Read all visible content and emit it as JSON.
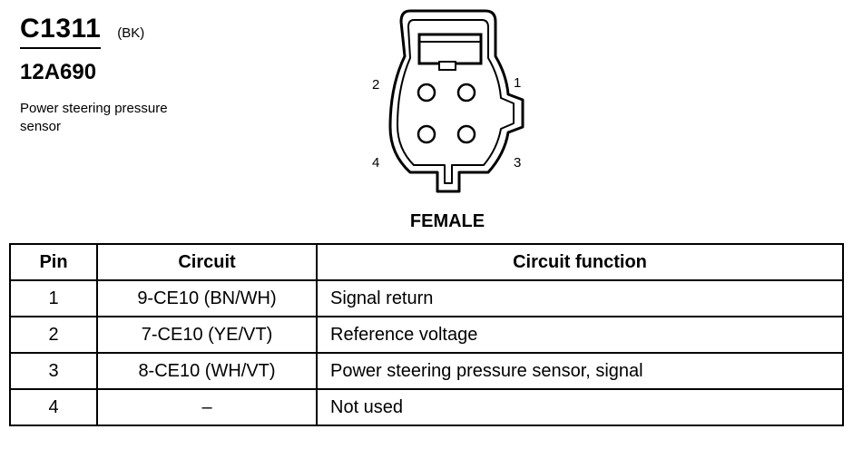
{
  "connector": {
    "code": "C1311",
    "color": "(BK)",
    "part_number": "12A690",
    "description": "Power steering pressure sensor"
  },
  "connector_view": {
    "gender": "FEMALE",
    "pin_labels": {
      "pin1": "1",
      "pin2": "2",
      "pin3": "3",
      "pin4": "4"
    }
  },
  "table": {
    "headers": [
      "Pin",
      "Circuit",
      "Circuit function"
    ],
    "rows": [
      {
        "pin": "1",
        "circuit": "9-CE10 (BN/WH)",
        "function": "Signal return"
      },
      {
        "pin": "2",
        "circuit": "7-CE10 (YE/VT)",
        "function": "Reference voltage"
      },
      {
        "pin": "3",
        "circuit": "8-CE10 (WH/VT)",
        "function": "Power steering pressure sensor, signal"
      },
      {
        "pin": "4",
        "circuit": "–",
        "function": "Not used"
      }
    ]
  }
}
